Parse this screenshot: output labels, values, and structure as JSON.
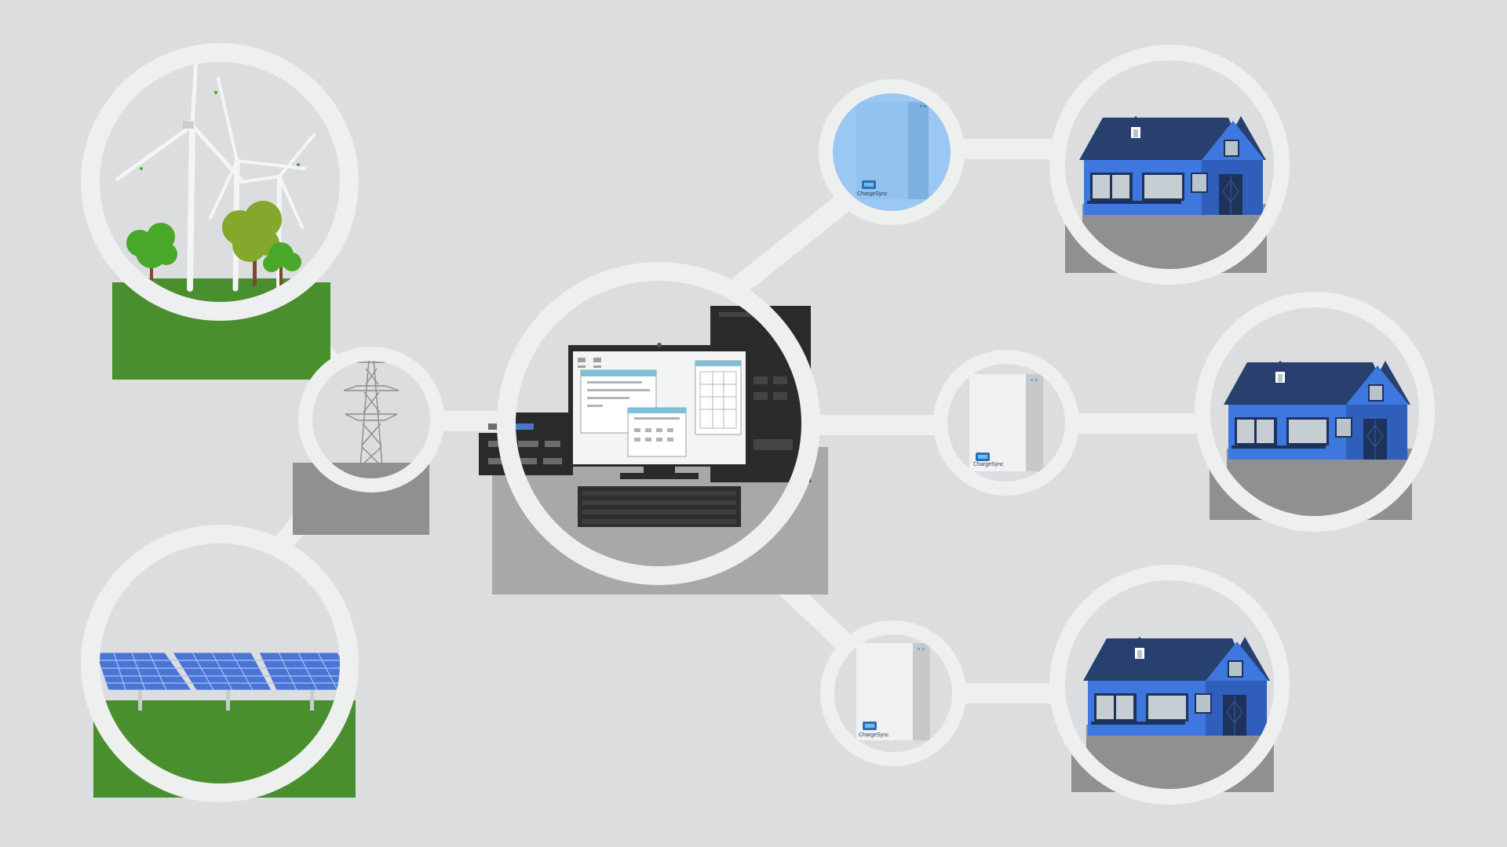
{
  "diagram": {
    "background_color": "#dcddde",
    "ring_color": "#eeefef",
    "colors": {
      "grass": "#4a8f2e",
      "tree_green": "#49a82a",
      "tree_olive": "#84a82c",
      "panel_blue": "#4a74d6",
      "house_blue": "#3e77de",
      "roof_navy": "#27406e",
      "door_navy": "#1e335c",
      "road_gray": "#8f9092",
      "floor_gray": "#a8a8a8",
      "battery_body": "#f0f1f2",
      "battery_highlight": "#9ac8f2",
      "screen_header": "#7cc1d8",
      "computer_dark": "#2a2a2a"
    },
    "nodes": [
      {
        "id": "wind-farm",
        "icon": "wind-turbine-icon"
      },
      {
        "id": "solar-farm",
        "icon": "solar-panel-icon"
      },
      {
        "id": "power-pylon",
        "icon": "transmission-tower-icon"
      },
      {
        "id": "control-computer",
        "icon": "desktop-computer-icon"
      },
      {
        "id": "battery-1",
        "icon": "home-battery-icon",
        "highlighted": true
      },
      {
        "id": "battery-2",
        "icon": "home-battery-icon",
        "highlighted": false
      },
      {
        "id": "battery-3",
        "icon": "home-battery-icon",
        "highlighted": false
      },
      {
        "id": "house-1",
        "icon": "house-icon"
      },
      {
        "id": "house-2",
        "icon": "house-icon"
      },
      {
        "id": "house-3",
        "icon": "house-icon"
      }
    ],
    "battery_brand": "ChargeSync"
  }
}
